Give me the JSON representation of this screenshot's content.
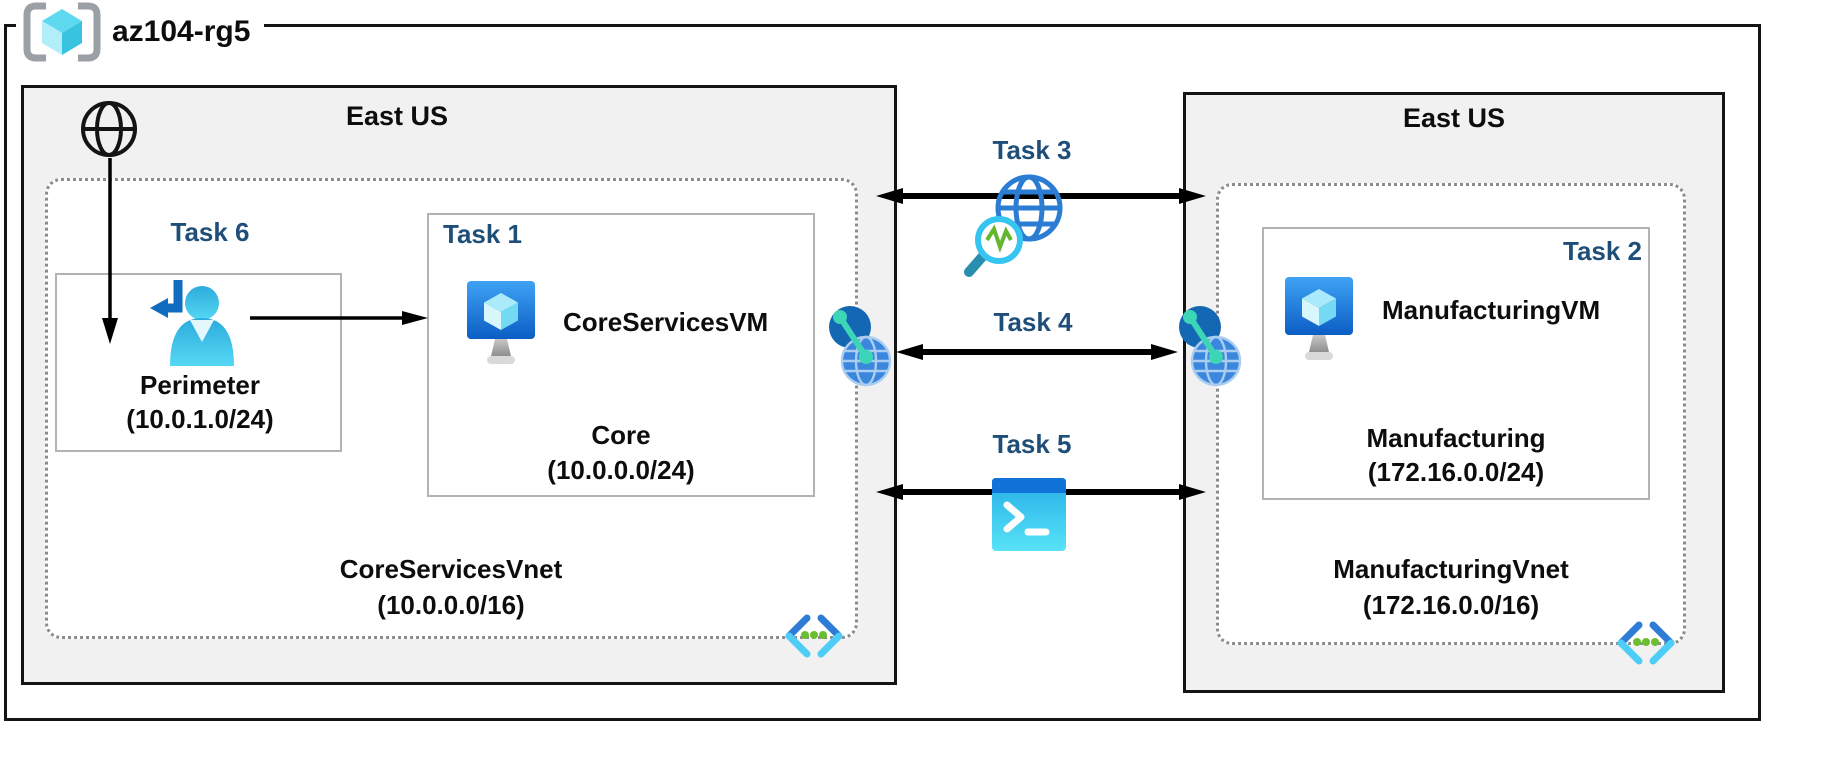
{
  "title": "az104-rg5",
  "left_region": {
    "name": "East US",
    "task6_label": "Task 6",
    "perimeter_subnet": {
      "name": "Perimeter",
      "cidr": "(10.0.1.0/24)"
    },
    "task1": {
      "label": "Task 1",
      "vm_name": "CoreServicesVM",
      "subnet_name": "Core",
      "subnet_cidr": "(10.0.0.0/24)"
    },
    "vnet": {
      "name": "CoreServicesVnet",
      "cidr": "(10.0.0.0/16)"
    }
  },
  "right_region": {
    "name": "East US",
    "task2": {
      "label": "Task 2",
      "vm_name": "ManufacturingVM",
      "subnet_name": "Manufacturing",
      "subnet_cidr": "(172.16.0.0/24)"
    },
    "vnet": {
      "name": "ManufacturingVnet",
      "cidr": "(172.16.0.0/16)"
    }
  },
  "connections": {
    "task3_label": "Task 3",
    "task4_label": "Task 4",
    "task5_label": "Task 5"
  },
  "icons": {
    "resource_group": "resource-group-icon",
    "internet": "internet-icon",
    "remote_user": "remote-user-icon",
    "virtual_machine": "vm-icon",
    "virtual_network": "virtual-network-icon",
    "vnet_peering": "vnet-peering-icon",
    "network_watcher": "network-watcher-icon",
    "cloud_shell": "cloud-shell-icon"
  },
  "colors": {
    "task_label_navy": "#1F4E79",
    "region_fill": "#F1F1F1",
    "border_black": "#141414",
    "box_border_gray": "#B3B3B3",
    "dotted_border_gray": "#8C8C8C",
    "azure_blue": "#0B5EC4",
    "cyan": "#50E6FF",
    "peering_teal": "#3CD5B5",
    "vnet_green": "#6ABE2F"
  }
}
